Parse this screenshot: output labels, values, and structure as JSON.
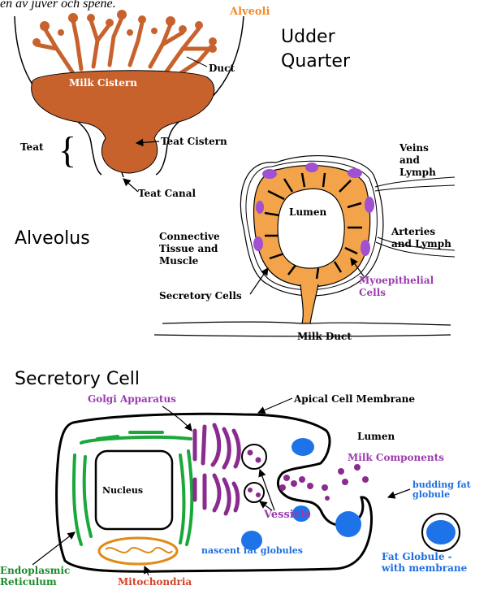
{
  "caption_fragment": "en av juver och spene.",
  "colors": {
    "orange_label": "#f28c28",
    "purple_label": "#9b3bb0",
    "blue_label": "#1f6fe0",
    "green_label": "#1a8a2a",
    "gland_brown": "#c8622d",
    "cell_orange": "#f3a34a",
    "myo_purple": "#a050d0",
    "golgi_purple": "#8a2b8f",
    "er_green": "#1aa83a",
    "fat_blue": "#1e73e8"
  },
  "udder": {
    "title_line1": "Udder",
    "title_line2": "Quarter",
    "alveoli": "Alveoli",
    "duct": "Duct",
    "milk_cistern": "Milk Cistern",
    "teat": "Teat",
    "teat_cistern": "Teat Cistern",
    "teat_canal": "Teat Canal"
  },
  "alveolus": {
    "title": "Alveolus",
    "veins_lymph_1": "Veins",
    "veins_lymph_2": "and",
    "veins_lymph_3": "Lymph",
    "lumen": "Lumen",
    "arteries_1": "Arteries",
    "arteries_2": "and Lymph",
    "connective_1": "Connective",
    "connective_2": "Tissue and",
    "connective_3": "Muscle",
    "myo_1": "Myoepithelial",
    "myo_2": "Cells",
    "secretory_cells": "Secretory Cells",
    "milk_duct": "Milk Duct"
  },
  "cell": {
    "title": "Secretory Cell",
    "golgi": "Golgi Apparatus",
    "apical": "Apical Cell Membrane",
    "lumen": "Lumen",
    "milk_components": "Milk Components",
    "nucleus": "Nucleus",
    "budding_1": "budding fat",
    "budding_2": "globule",
    "vessicle": "Vessicle",
    "nascent": "nascent fat globules",
    "fat_globule_1": "Fat Globule -",
    "fat_globule_2": "with membrane",
    "er_1": "Endoplasmic",
    "er_2": "Reticulum",
    "mito": "Mitochondria"
  }
}
